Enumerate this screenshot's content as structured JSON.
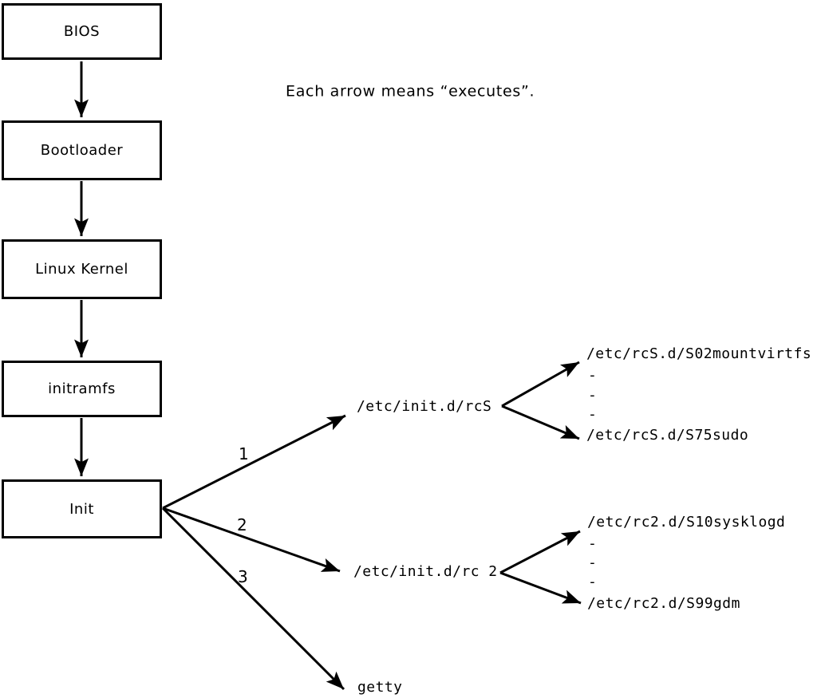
{
  "diagram": {
    "note": "Each arrow means “executes”.",
    "boxes": [
      "BIOS",
      "Bootloader",
      "Linux Kernel",
      "initramfs",
      "Init"
    ],
    "branch_numbers": [
      "1",
      "2",
      "3"
    ],
    "branch1": {
      "target": "/etc/init.d/rcS",
      "children": [
        "/etc/rcS.d/S02mountvirtfs",
        "-",
        "-",
        "-",
        "/etc/rcS.d/S75sudo"
      ]
    },
    "branch2": {
      "target": "/etc/init.d/rc 2",
      "children": [
        "/etc/rc2.d/S10sysklogd",
        "-",
        "-",
        "-",
        "/etc/rc2.d/S99gdm"
      ]
    },
    "branch3": {
      "target": "getty"
    },
    "colors": {
      "ink": "#000000",
      "background": "#ffffff"
    }
  }
}
